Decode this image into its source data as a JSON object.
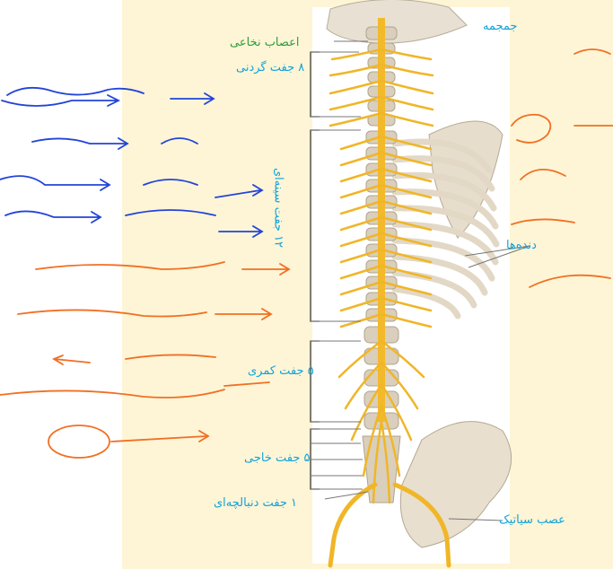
{
  "labels": {
    "skull": "جمجمه",
    "spinal_nerves": "اعصاب نخاعی",
    "cervical": "۸ جفت گردنی",
    "thoracic": "۱۲ جفت سینه‌ای",
    "ribs": "دنده‌ها",
    "lumbar": "۵ جفت کمری",
    "sacral": "۵ جفت خاجی",
    "coccygeal": "۱ جفت دنبالچه‌ای",
    "sciatic": "عصب سیاتیک"
  },
  "colors": {
    "label_blue": "#12a2d9",
    "label_green": "#2d9d3b",
    "page_background": "#fdf5d6",
    "nerve_yellow": "#f2b92a",
    "handwriting_blue": "#2344d8",
    "handwriting_orange": "#f26f22"
  }
}
